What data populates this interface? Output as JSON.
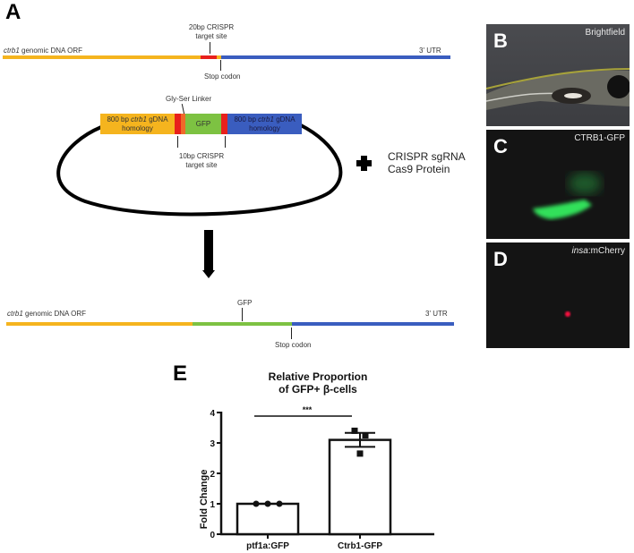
{
  "panel_a": {
    "letter": "A",
    "top_line": {
      "left_label_italic": "ctrb1",
      "left_label_rest": " genomic DNA ORF",
      "right_label": "3' UTR",
      "crispr_label_line1": "20bp CRISPR",
      "crispr_label_line2": "target site",
      "stop_label": "Stop codon"
    },
    "plasmid": {
      "linker_label": "Gly-Ser Linker",
      "left_homology_pre": "800 bp ",
      "left_homology_italic": "ctrb1",
      "left_homology_post": " gDNA",
      "left_homology_line2": "homology",
      "gfp_label": "GFP",
      "right_homology_pre": "800 bp ",
      "right_homology_italic": "ctrb1",
      "right_homology_post": " gDNA",
      "right_homology_line2": "homology",
      "crispr_label_line1": "10bp CRISPR",
      "crispr_label_line2": "target site"
    },
    "plus_reagents": {
      "line1": "CRISPR sgRNA",
      "line2": "Cas9 Protein"
    },
    "bottom_line": {
      "left_label_italic": "ctrb1",
      "left_label_rest": " genomic DNA ORF",
      "right_label": "3' UTR",
      "gfp_label": "GFP",
      "stop_label": "Stop codon"
    }
  },
  "colors": {
    "orf": "#f5b41e",
    "utr": "#3a5dbf",
    "crispr": "#e8201c",
    "linker": "#ef6a2a",
    "gfp": "#7dc242"
  },
  "panel_b": {
    "letter": "B",
    "label": "Brightfield"
  },
  "panel_c": {
    "letter": "C",
    "label": "CTRB1-GFP"
  },
  "panel_d": {
    "letter": "D",
    "label_italic": "insa",
    "label_rest": ":mCherry"
  },
  "panel_e": {
    "letter": "E"
  },
  "chart_data": {
    "type": "bar",
    "title": "Relative Proportion of GFP+ β-cells",
    "title_line1": "Relative Proportion",
    "title_line2": "of GFP+ β-cells",
    "xlabel": "",
    "ylabel": "Fold Change",
    "ylim": [
      0,
      4
    ],
    "yticks": [
      "0",
      "1",
      "2",
      "3",
      "4"
    ],
    "categories": [
      "ptf1a:GFP",
      "Ctrb1-GFP"
    ],
    "values": [
      1.0,
      3.1
    ],
    "error": [
      0.0,
      0.23
    ],
    "points": [
      [
        1.0,
        1.0,
        1.0
      ],
      [
        3.4,
        3.25,
        2.65
      ]
    ],
    "point_markers": [
      "circle",
      "square"
    ],
    "significance": "***",
    "grid": false,
    "legend": "none"
  }
}
